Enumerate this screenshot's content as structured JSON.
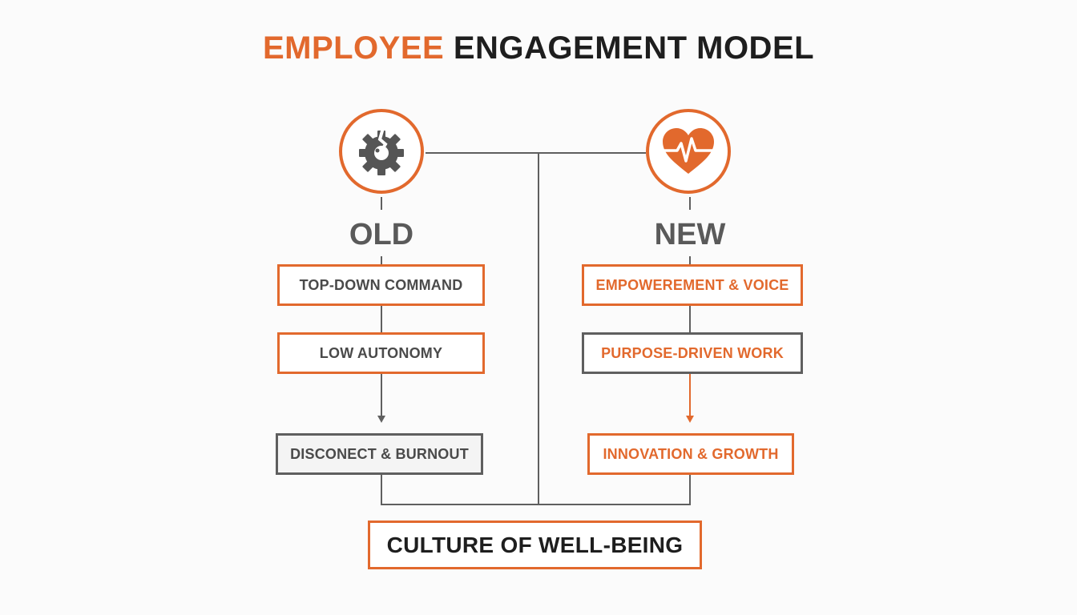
{
  "title": {
    "part1": "EMPLOYEE",
    "part2": "ENGAGEMENT MODEL"
  },
  "colors": {
    "accent": "#e2692d",
    "line": "#5f5f5f",
    "icon_gray": "#555555"
  },
  "old": {
    "label": "OLD",
    "icon": "broken-gear-icon",
    "steps": [
      "TOP-DOWN COMMAND",
      "LOW AUTONOMY"
    ],
    "outcome": "DISCONECT & BURNOUT"
  },
  "new": {
    "label": "NEW",
    "icon": "heart-pulse-icon",
    "steps": [
      "EMPOWEREMENT & VOICE",
      "PURPOSE-DRIVEN WORK"
    ],
    "outcome": "INNOVATION & GROWTH"
  },
  "result": "CULTURE OF WELL-BEING"
}
